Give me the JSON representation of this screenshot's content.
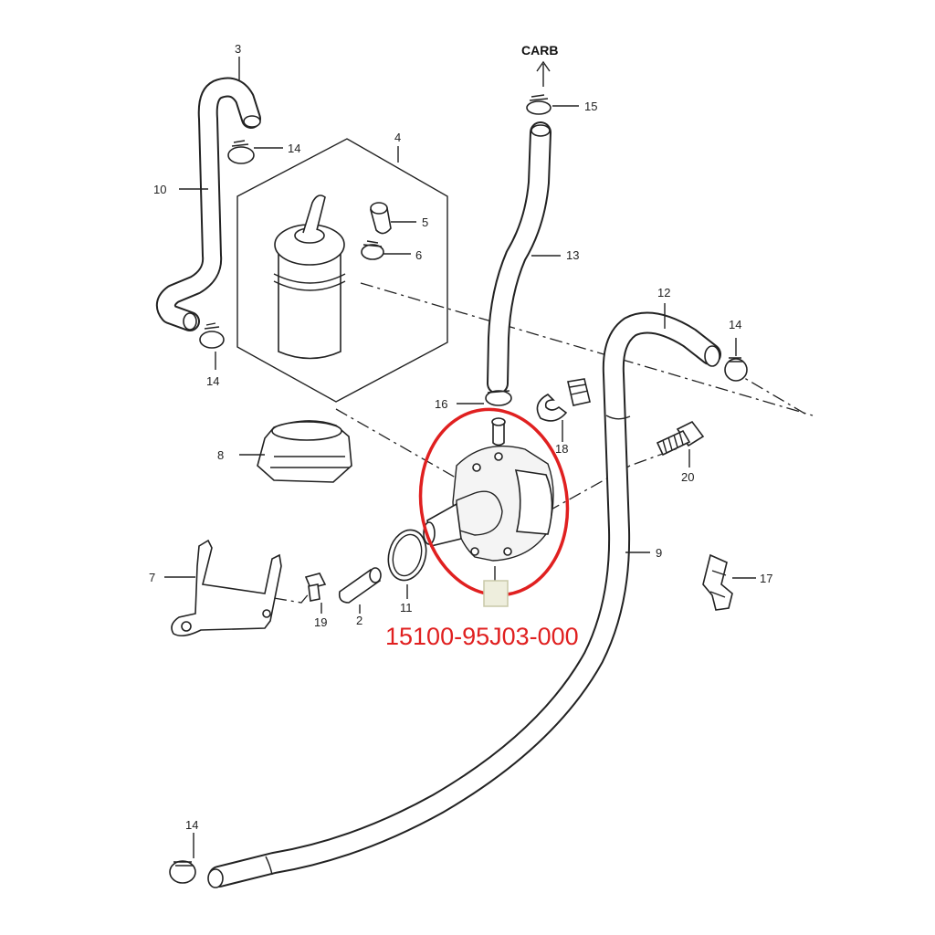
{
  "diagram": {
    "carb_label": "CARB",
    "part_number": "15100-95J03-000",
    "callouts": {
      "c2": "2",
      "c3": "3",
      "c4": "4",
      "c5": "5",
      "c6": "6",
      "c7": "7",
      "c8": "8",
      "c9": "9",
      "c10": "10",
      "c11": "11",
      "c12": "12",
      "c13": "13",
      "c14a": "14",
      "c14b": "14",
      "c14c": "14",
      "c14d": "14",
      "c15": "15",
      "c16": "16",
      "c17": "17",
      "c18": "18",
      "c19": "19",
      "c20": "20"
    },
    "highlight_color": "#e02020"
  }
}
